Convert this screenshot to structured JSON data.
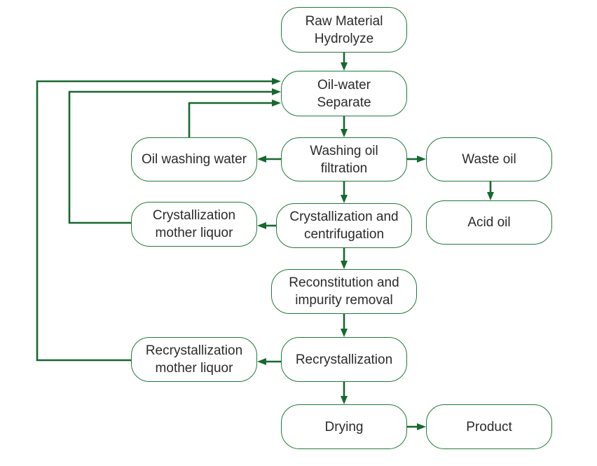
{
  "nodes": {
    "raw_material": "Raw Material\nHydrolyze",
    "oil_water": "Oil-water\nSeparate",
    "washing_oil": "Washing oil\nfiltration",
    "oil_washing_water": "Oil washing water",
    "waste_oil": "Waste oil",
    "acid_oil": "Acid oil",
    "crystallization": "Crystallization and\ncentrifugation",
    "cryst_mother_liquor": "Crystallization\nmother liquor",
    "reconstitution": "Reconstitution and\nimpurity removal",
    "recrystallization": "Recrystallization",
    "recryst_mother_liquor": "Recrystallization\nmother liquor",
    "drying": "Drying",
    "product": "Product"
  },
  "colors": {
    "arrow": "#17682f",
    "border": "#1f7a3a",
    "text": "#2b2b2b"
  }
}
